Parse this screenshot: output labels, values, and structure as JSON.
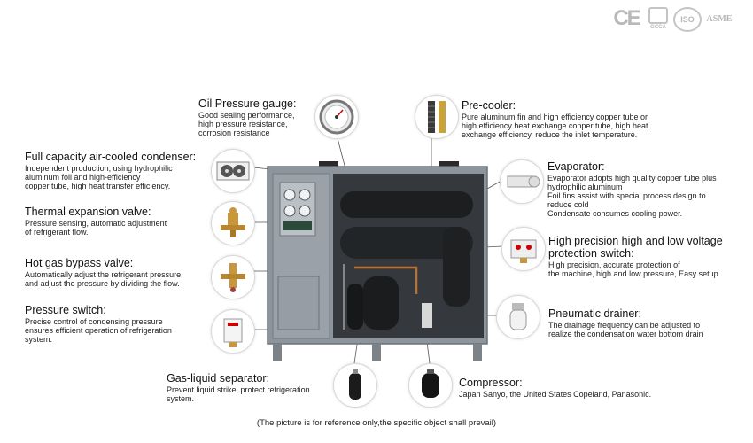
{
  "certifications": {
    "ce": "CE",
    "gcca": "GCCA",
    "iso": "ISO",
    "asme": "ASME"
  },
  "components": {
    "oil_gauge": {
      "title": "Oil Pressure gauge:",
      "desc": "Good sealing performance,\nhigh pressure resistance,\ncorrosion resistance"
    },
    "condenser": {
      "title": "Full capacity air-cooled condenser:",
      "desc": "Independent production, using hydrophilic\naluminum foil and high-efficiency\ncopper tube, high heat transfer efficiency."
    },
    "expansion_valve": {
      "title": "Thermal expansion valve:",
      "desc": "Pressure sensing, automatic adjustment\nof refrigerant flow."
    },
    "bypass_valve": {
      "title": "Hot gas bypass valve:",
      "desc": "Automatically adjust the refrigerant pressure,\nand adjust the pressure by dividing the flow."
    },
    "pressure_switch": {
      "title": "Pressure switch:",
      "desc": "Precise control of condensing pressure\nensures efficient operation of refrigeration\nsystem."
    },
    "separator": {
      "title": "Gas-liquid separator:",
      "desc": "Prevent liquid strike, protect refrigeration\nsystem."
    },
    "pre_cooler": {
      "title": "Pre-cooler:",
      "desc": "Pure aluminum fin and high efficiency copper tube or\nhigh efficiency heat exchange copper tube, high heat\nexchange efficiency, reduce the inlet temperature."
    },
    "evaporator": {
      "title": "Evaporator:",
      "desc": "Evaporator adopts high quality copper tube plus\nhydrophilic aluminum\nFoil fins assist with special process design to\nreduce cold\nCondensate consumes cooling power."
    },
    "hl_switch": {
      "title": "High precision high and low voltage\nprotection switch:",
      "desc": "High precision, accurate protection of\nthe machine,  high and low pressure, Easy setup."
    },
    "drainer": {
      "title": "Pneumatic drainer:",
      "desc": "The drainage frequency can be adjusted to\nrealize the condensation water bottom drain"
    },
    "compressor": {
      "title": "Compressor:",
      "desc": "Japan Sanyo, the United States Copeland, Panasonic."
    }
  },
  "footer_note": "(The picture is for reference only,the specific object shall prevail)",
  "colors": {
    "cabinet": "#8d949b",
    "cabinet_dark": "#5f666d",
    "interior": "#2c2f33",
    "leader_line": "#555555",
    "cert_gray": "#b8b8b8"
  }
}
